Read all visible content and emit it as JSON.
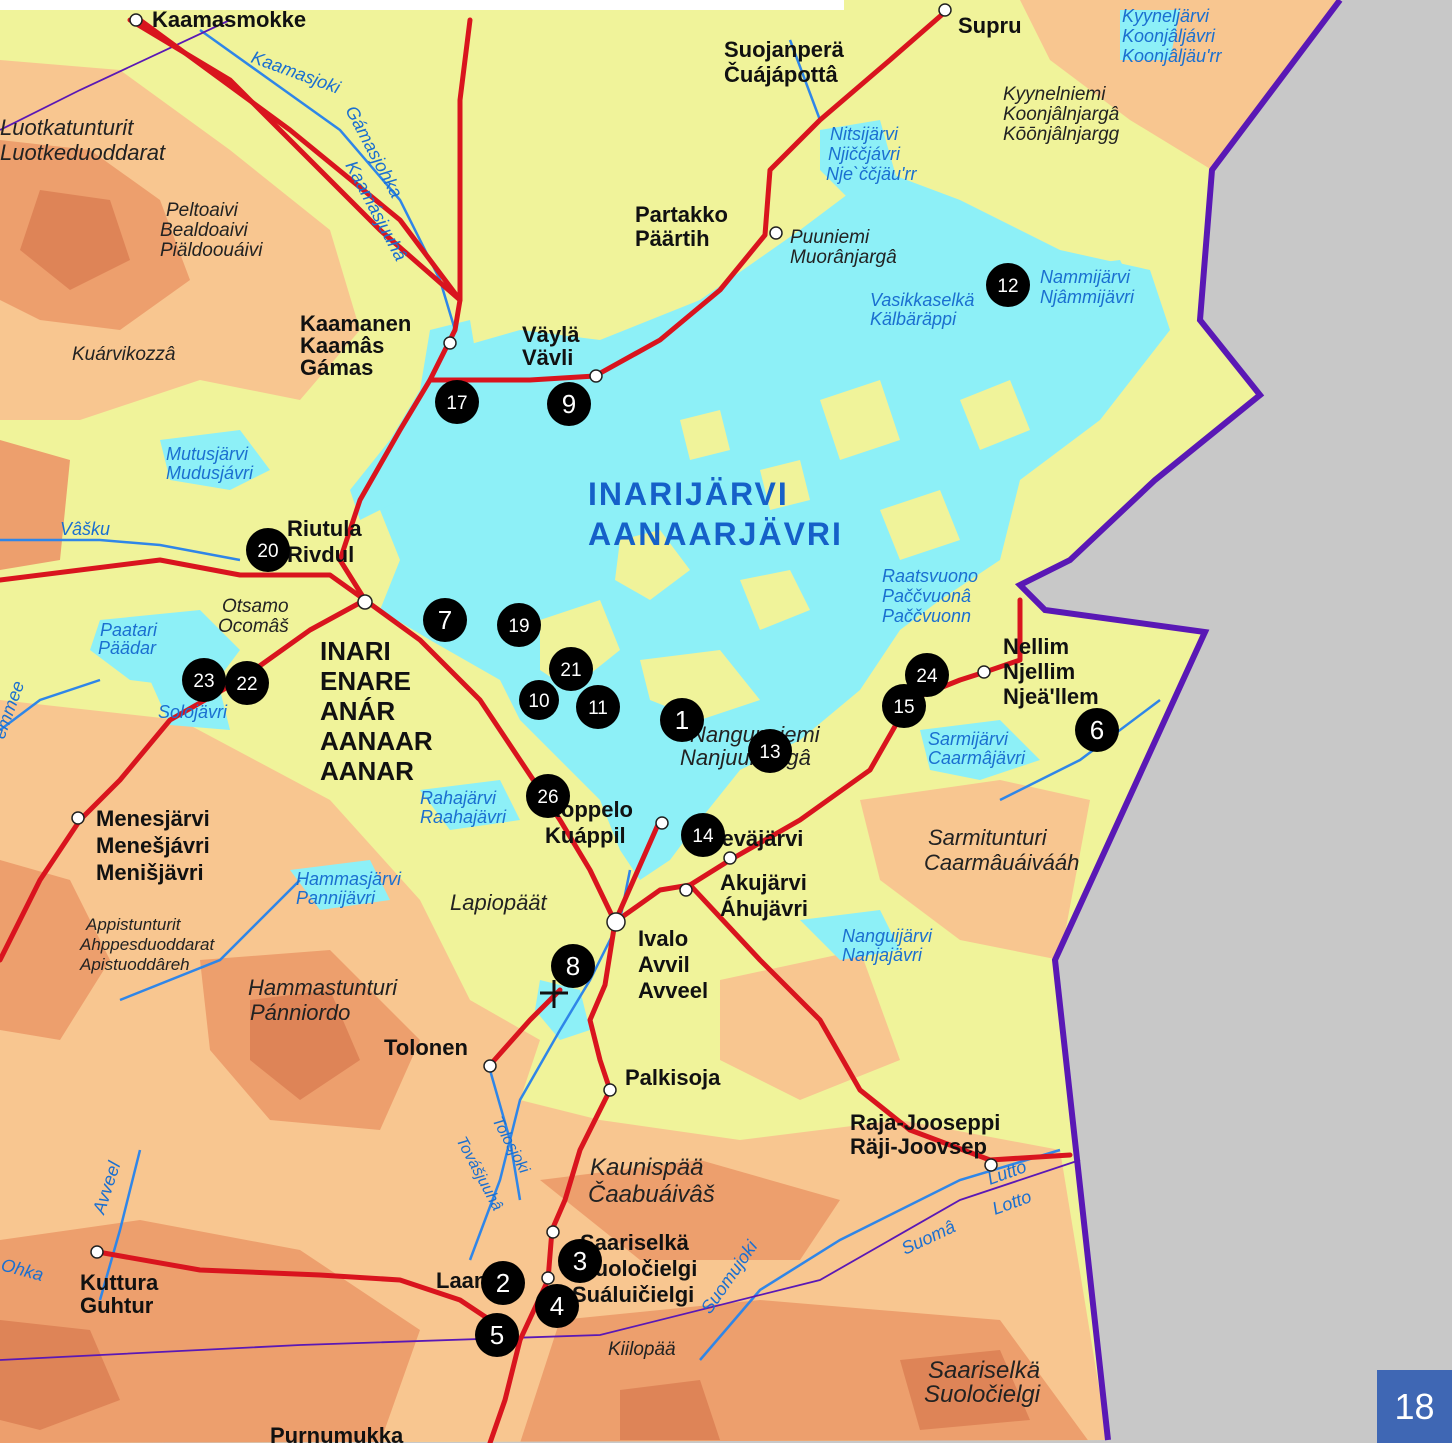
{
  "colors": {
    "land_low": "#f0f39a",
    "land_mid": "#f8c690",
    "land_high": "#ed9f6d",
    "land_peak": "#de8457",
    "water": "#8df0f7",
    "road": "#d9141e",
    "border": "#5a18b5",
    "river": "#2f86e8",
    "outside": "#c8c8c8",
    "marker": "#000000",
    "page_badge": "#3f67b4"
  },
  "lake": {
    "line1": "INARIJÄRVI",
    "line2": "AANAARJÄVRI"
  },
  "places": {
    "kaamasmokke": "Kaamasmokke",
    "supru": "Supru",
    "suojanpera_1": "Suojanperä",
    "suojanpera_2": "Čuájápottâ",
    "partakko_1": "Partakko",
    "partakko_2": "Päärtih",
    "kaamanen_1": "Kaamanen",
    "kaamanen_2": "Kaamâs",
    "kaamanen_3": "Gámas",
    "vayla_1": "Väylä",
    "vayla_2": "Vävli",
    "riutula_1": "Riutula",
    "riutula_2": "Rivdul",
    "inari_1": "INARI",
    "inari_2": "ENARE",
    "inari_3": "ANÁR",
    "inari_4": "AANAAR",
    "inari_5": "AANAR",
    "nellim_1": "Nellim",
    "nellim_2": "Njellim",
    "nellim_3": "Njeä'llem",
    "menesjarvi_1": "Menesjärvi",
    "menesjarvi_2": "Menešjávri",
    "menesjarvi_3": "Menišjävri",
    "koppelo_1": "Koppelo",
    "koppelo_2": "Kuáppil",
    "ivalo_1": "Ivalo",
    "ivalo_2": "Avvil",
    "ivalo_3": "Avveel",
    "akujarvi_1": "Akujärvi",
    "akujarvi_2": "Áhujävri",
    "tolonen": "Tolonen",
    "palkisoja": "Palkisoja",
    "rajajooseppi_1": "Raja-Jooseppi",
    "rajajooseppi_2": "Räji-Joovsep",
    "saariselka_1": "Saariselkä",
    "saariselka_2": "Suoločielgi",
    "saariselka_3": "Suáluičielgi",
    "kuttura_1": "Kuttura",
    "kuttura_2": "Guhtur",
    "laanila": "Laanila",
    "purnumukka": "Purnumukka",
    "veljarvi": "Veväjärvi"
  },
  "regions": {
    "kyynelniemi": [
      "Kyynelniemi",
      "Koonjâlnjargâ",
      "Kōōnjâlnjargg"
    ],
    "puuniemi": [
      "Puuniemi",
      "Muorânjargâ"
    ],
    "peltoaivi": [
      "Peltoaivi",
      "Bealdoaivi",
      "Piäldoouáivi"
    ],
    "kuarvikozza": [
      "Kuárvikozzâ"
    ],
    "nangunniemi": [
      "Nangunniemi",
      "Nanjuunjargâ"
    ],
    "sarmitunturi": [
      "Sarmitunturi",
      "Caarmâuáivááh"
    ],
    "lapiopaat": [
      "Lapiopäät"
    ],
    "hammastunturi": [
      "Hammastunturi",
      "Pánniordo"
    ],
    "appistunturit": [
      "Appistunturit",
      "Ahppesduoddarat",
      "Apistuoddâreh"
    ],
    "kaunispaa": [
      "Kaunispää",
      "Čaabuáivâš"
    ],
    "kiilopaa": [
      "Kiilopää"
    ],
    "saariselka_fell": [
      "Saariselkä",
      "Suoločielgi"
    ],
    "otsamo": [
      "Otsamo",
      "Ocomâš"
    ],
    "luotkatunturit": [
      "Luotkatunturit",
      "Luotkeduoddarat"
    ]
  },
  "waters": {
    "kyynelnjarvi": [
      "Kyyneljärvi",
      "Koonjâljávri",
      "Koonjâljäu'rr"
    ],
    "nitsijarvi": [
      "Nitsijärvi",
      "Njiččjávri",
      "Nje`ččjäu'rr"
    ],
    "nammijarvi": [
      "Nammijärvi",
      "Njâmmijävri"
    ],
    "vasikkaselka": [
      "Vasikkaselkä",
      "Kälbäräppi"
    ],
    "mutusjarvi": [
      "Mutusjärvi",
      "Mudusjávri"
    ],
    "vasku": [
      "Vâšku"
    ],
    "paatari": [
      "Paatari",
      "Päädar"
    ],
    "raatsvuono": [
      "Raatsvuono",
      "Paččvuonâ",
      "Paččvuonn"
    ],
    "sarmijarvi": [
      "Sarmijärvi",
      "Caarmâjävri"
    ],
    "rahajarvi": [
      "Rahajärvi",
      "Raahajävri"
    ],
    "hammasjarvi": [
      "Hammasjärvi",
      "Pannijävri"
    ],
    "nanguijarvi": [
      "Nanguijärvi",
      "Nanjajävri"
    ],
    "kaamasjoki": [
      "Kaamasjoki"
    ],
    "gamasjohka": [
      "Gámasjohka"
    ],
    "kaamasjuuha": [
      "Kaamásjuuhâ"
    ],
    "tolosjoki": [
      "Tolosjoki"
    ],
    "tovasjuuha": [
      "Továšjuuhâ"
    ],
    "avveel": [
      "Avveel"
    ],
    "suomujoki": [
      "Suomujoki"
    ],
    "suoma": [
      "Suomâ"
    ],
    "lutto": [
      "Lutto",
      "Lotto"
    ],
    "ohka": [
      "Ohka"
    ],
    "solojavri": [
      "Solojävri"
    ],
    "emmee": [
      "emmee"
    ]
  },
  "markers": [
    "1",
    "2",
    "3",
    "4",
    "5",
    "6",
    "7",
    "8",
    "9",
    "10",
    "11",
    "12",
    "13",
    "14",
    "15",
    "17",
    "19",
    "20",
    "21",
    "22",
    "23",
    "24",
    "26"
  ],
  "page_number": "18"
}
